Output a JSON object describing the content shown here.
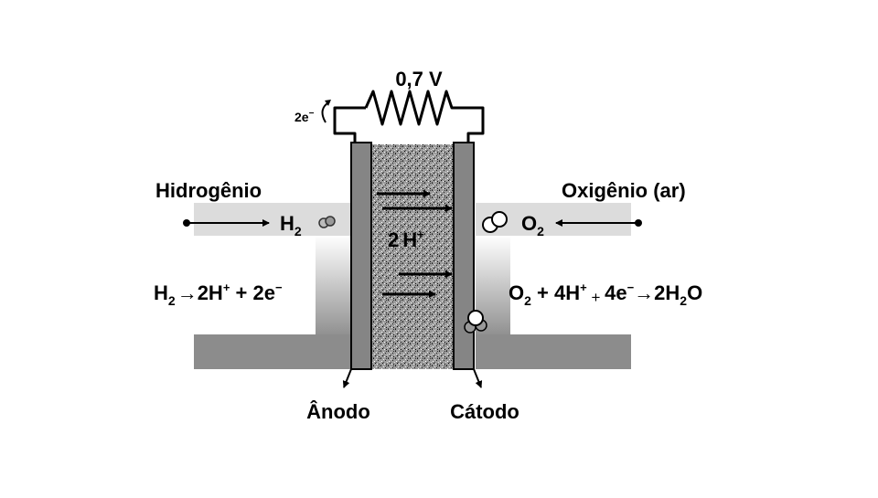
{
  "circuit": {
    "voltage": "0,7 V",
    "electrons_label": "2e",
    "electrons_sign": "−"
  },
  "inputs": {
    "hydrogen_title": "Hidrogênio",
    "oxygen_title": "Oxigênio (ar)",
    "h2_base": "H",
    "h2_sub": "2",
    "o2_base": "O",
    "o2_sub": "2"
  },
  "membrane": {
    "ion_coefficient": "2",
    "ion_base": "H",
    "ion_sup": "+"
  },
  "reactions": {
    "anode": {
      "p1": "H",
      "sub1": "2",
      "arrow": "→",
      "p2": "2H",
      "sup1": "+",
      "p3": " + 2e",
      "sup2": "−"
    },
    "cathode": {
      "p1": "O",
      "sub1": "2",
      "p2": " + 4H",
      "sup1": "+",
      "p3": " + ",
      "p4": "4e",
      "sup2": "−",
      "arrow": "→",
      "p5": "2H",
      "sub2": "2",
      "p6": "O"
    }
  },
  "electrodes": {
    "anode_label": "Ânodo",
    "cathode_label": "Cátodo"
  },
  "colors": {
    "channel_light": "#dcdcdc",
    "channel_dark": "#8c8c8c",
    "electrode": "#858585",
    "membrane": "#9a9a9a"
  }
}
